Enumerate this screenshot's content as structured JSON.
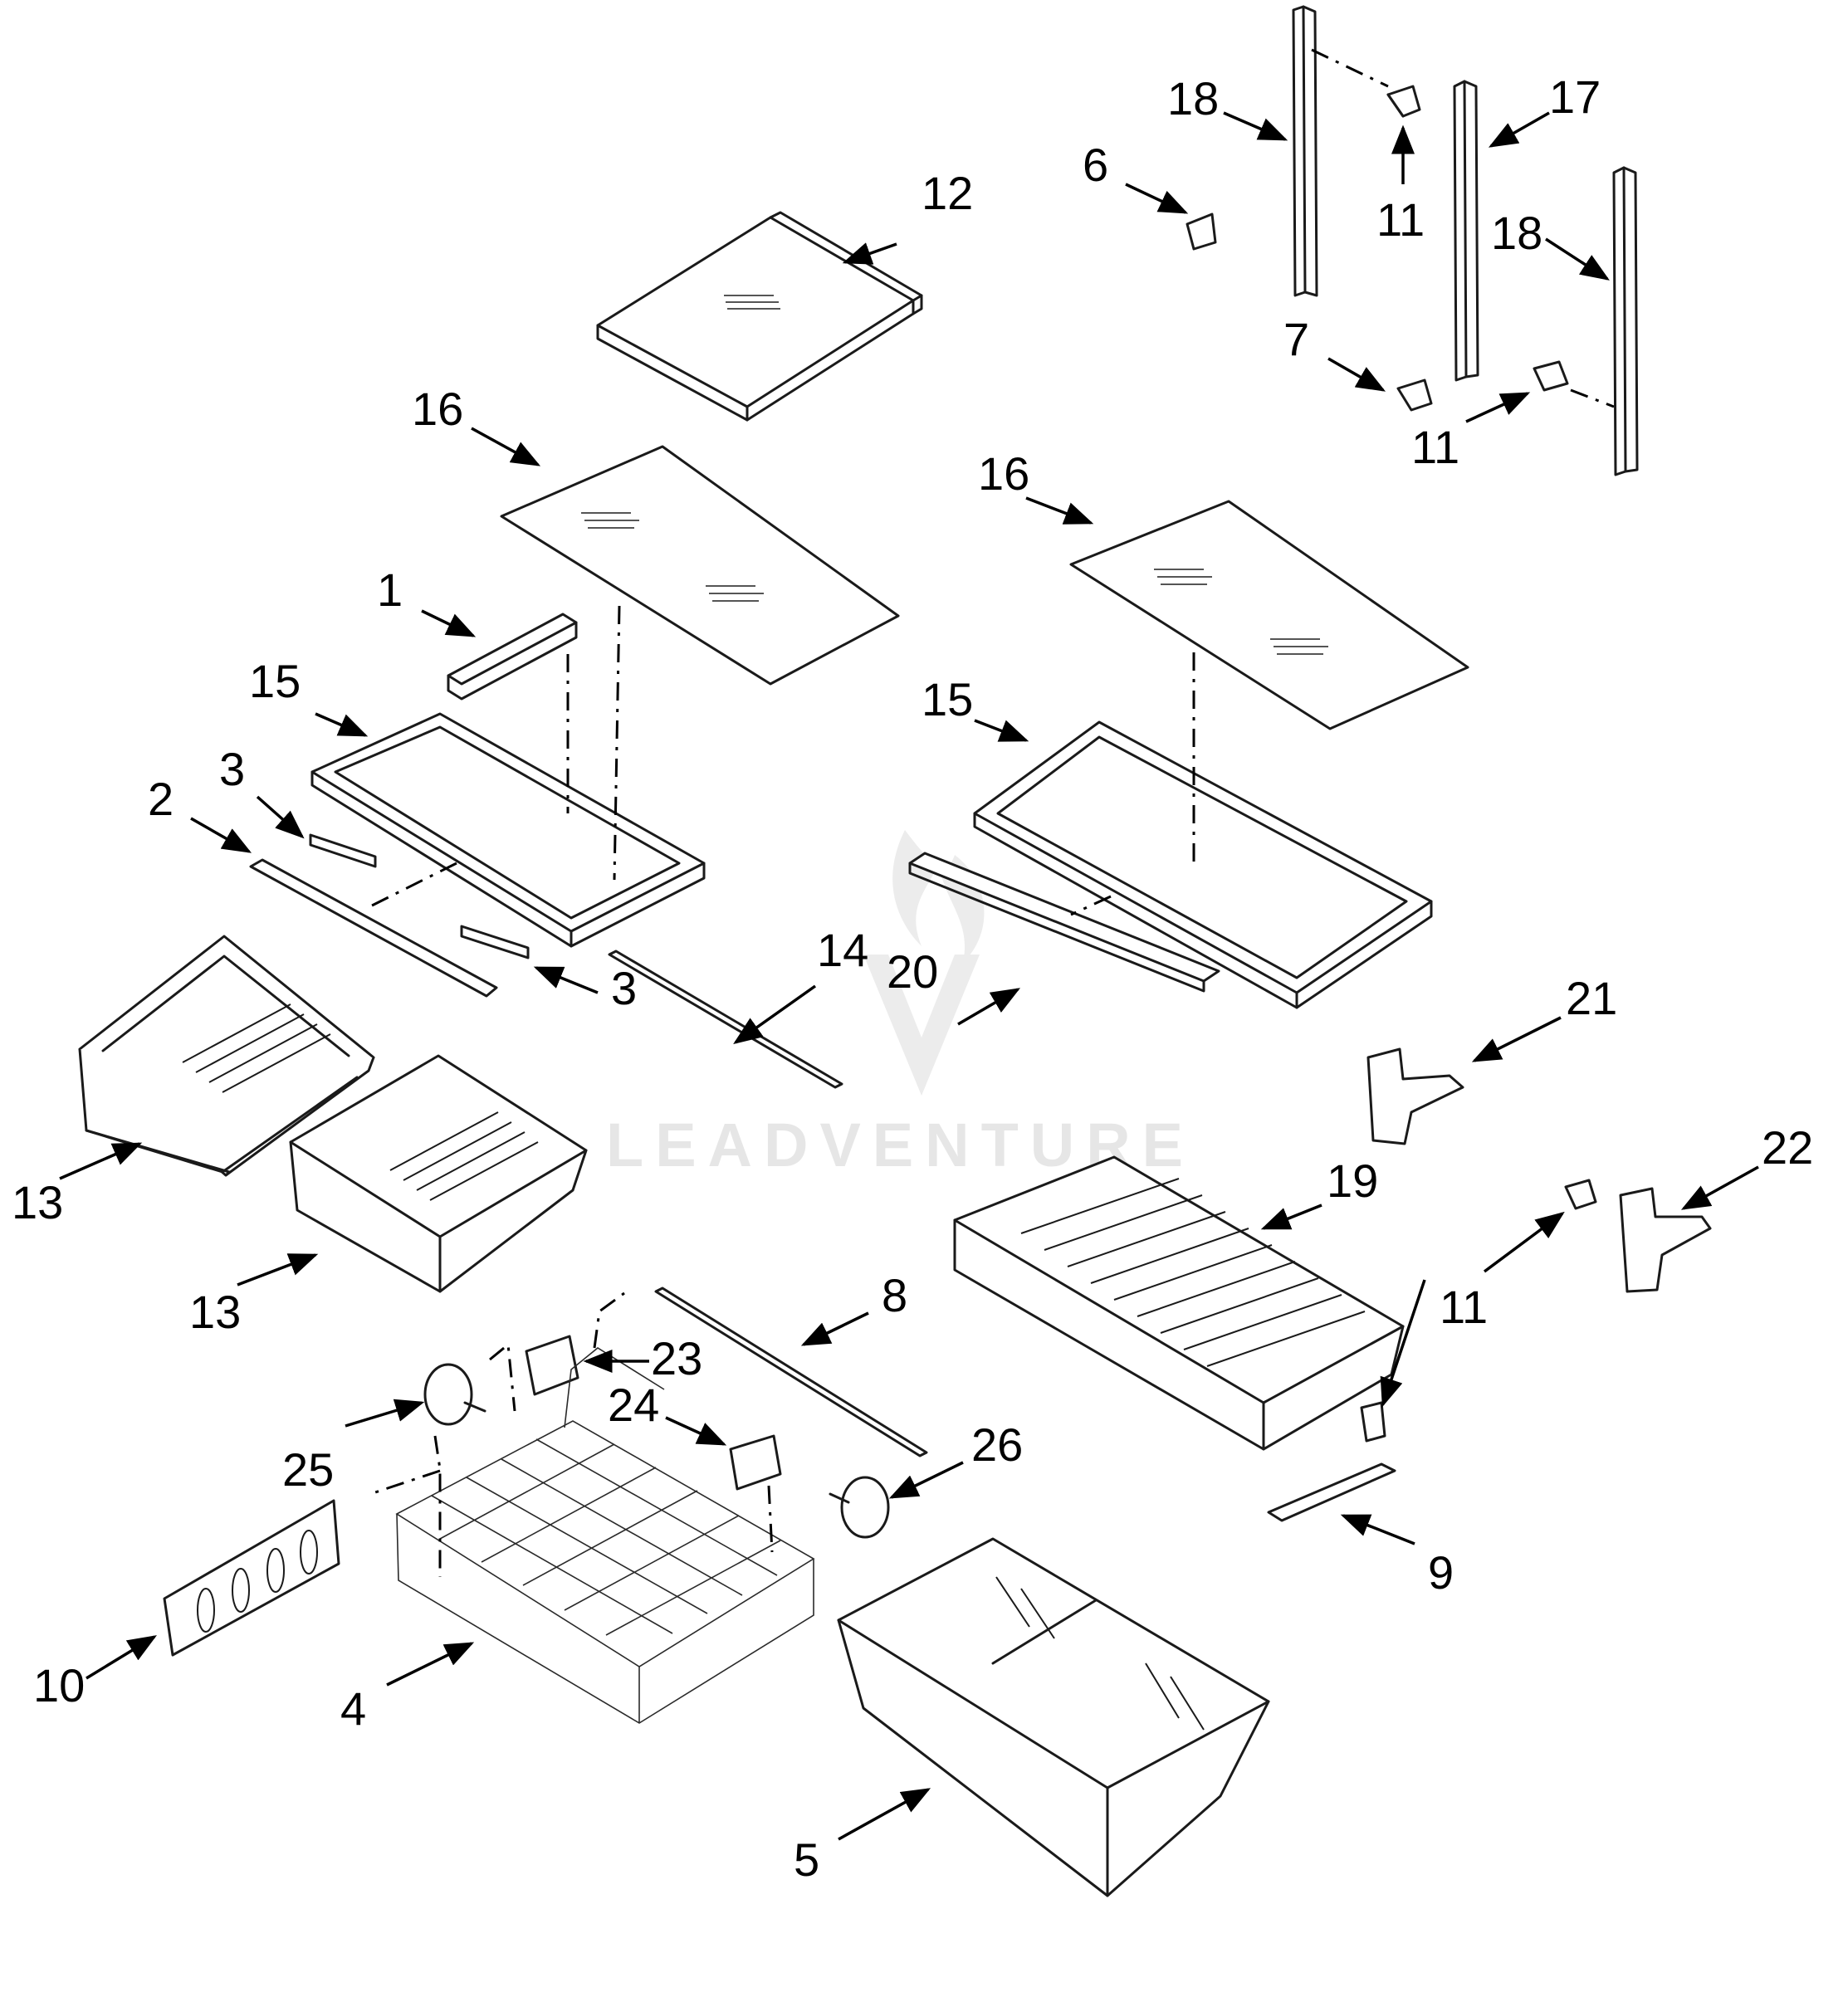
{
  "watermark": {
    "text": "LEADVENTURE"
  },
  "callouts": [
    {
      "id": "c1",
      "label": "1"
    },
    {
      "id": "c2",
      "label": "2"
    },
    {
      "id": "c3a",
      "label": "3"
    },
    {
      "id": "c3b",
      "label": "3"
    },
    {
      "id": "c4",
      "label": "4"
    },
    {
      "id": "c5",
      "label": "5"
    },
    {
      "id": "c6",
      "label": "6"
    },
    {
      "id": "c7",
      "label": "7"
    },
    {
      "id": "c8",
      "label": "8"
    },
    {
      "id": "c9",
      "label": "9"
    },
    {
      "id": "c10",
      "label": "10"
    },
    {
      "id": "c11a",
      "label": "11"
    },
    {
      "id": "c11b",
      "label": "11"
    },
    {
      "id": "c11c",
      "label": "11"
    },
    {
      "id": "c11d",
      "label": "11"
    },
    {
      "id": "c12",
      "label": "12"
    },
    {
      "id": "c13a",
      "label": "13"
    },
    {
      "id": "c13b",
      "label": "13"
    },
    {
      "id": "c14",
      "label": "14"
    },
    {
      "id": "c15a",
      "label": "15"
    },
    {
      "id": "c15b",
      "label": "15"
    },
    {
      "id": "c16a",
      "label": "16"
    },
    {
      "id": "c16b",
      "label": "16"
    },
    {
      "id": "c17",
      "label": "17"
    },
    {
      "id": "c18a",
      "label": "18"
    },
    {
      "id": "c18b",
      "label": "18"
    },
    {
      "id": "c19",
      "label": "19"
    },
    {
      "id": "c20",
      "label": "20"
    },
    {
      "id": "c21",
      "label": "21"
    },
    {
      "id": "c22",
      "label": "22"
    },
    {
      "id": "c23",
      "label": "23"
    },
    {
      "id": "c24",
      "label": "24"
    },
    {
      "id": "c25",
      "label": "25"
    },
    {
      "id": "c26",
      "label": "26"
    }
  ]
}
